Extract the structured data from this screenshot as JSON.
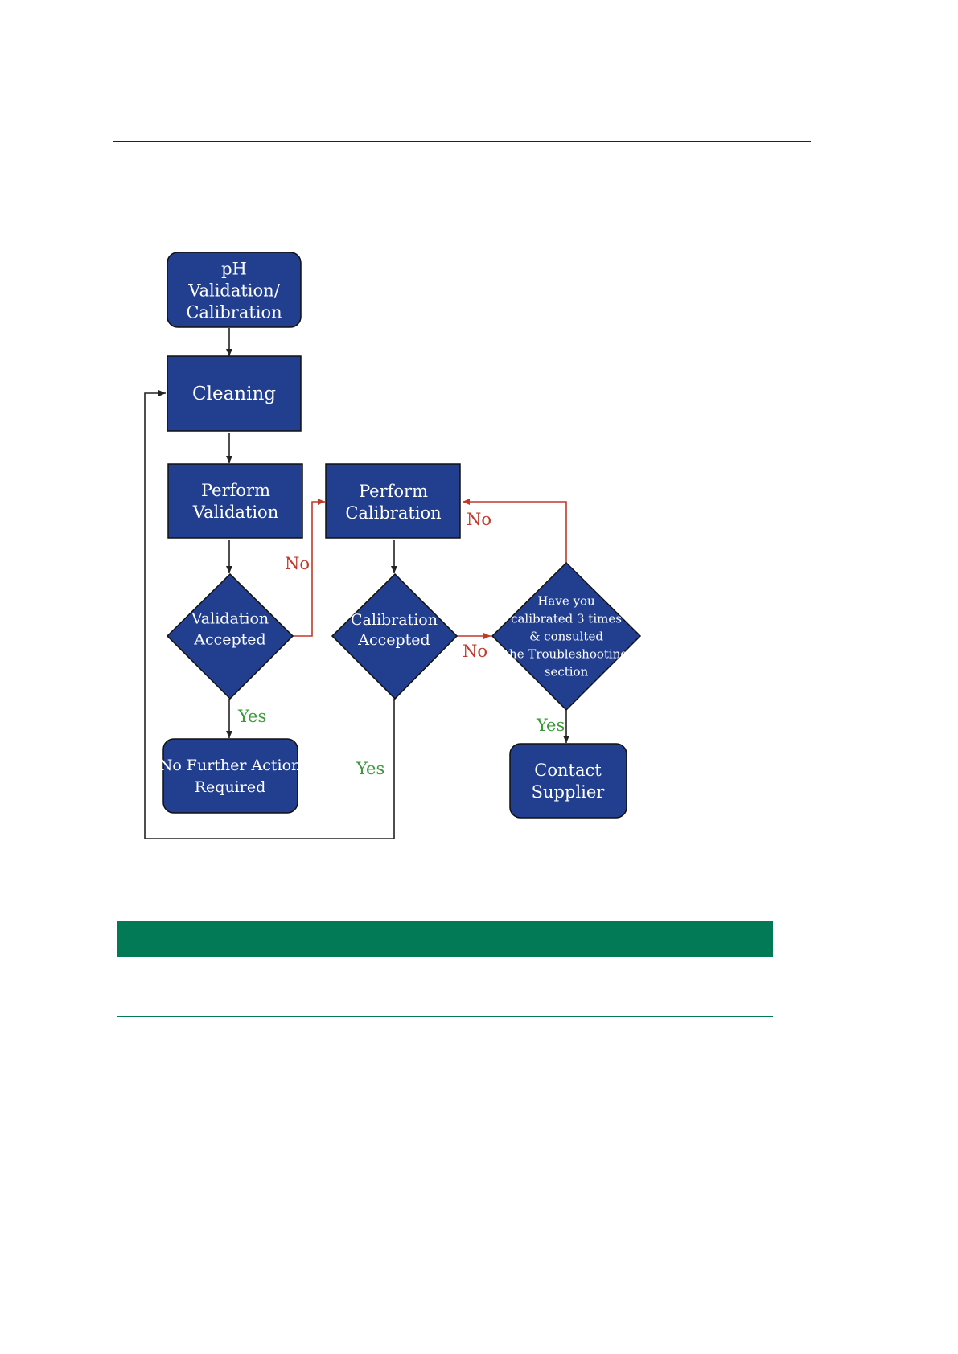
{
  "colors": {
    "node_fill": "#223f8f",
    "node_stroke": "#111111",
    "node_text": "#ffffff",
    "arrow_default": "#222222",
    "arrow_no": "#c0392b",
    "label_no": "#c0392b",
    "label_yes": "#3a9a3a",
    "band": "#017a55"
  },
  "flowchart": {
    "nodes": {
      "start": {
        "lines": [
          "pH",
          "Validation/",
          "Calibration"
        ]
      },
      "cleaning": {
        "lines": [
          "Cleaning"
        ]
      },
      "perform_validation": {
        "lines": [
          "Perform",
          "Validation"
        ]
      },
      "perform_calibration": {
        "lines": [
          "Perform",
          "Calibration"
        ]
      },
      "validation_accepted": {
        "lines": [
          "Validation",
          "Accepted"
        ]
      },
      "calibration_accepted": {
        "lines": [
          "Calibration",
          "Accepted"
        ]
      },
      "troubleshoot_check": {
        "lines": [
          "Have you",
          "calibrated 3 times",
          "& consulted",
          "the Troubleshooting",
          "section"
        ]
      },
      "no_further_action": {
        "lines": [
          "No Further Action",
          "Required"
        ]
      },
      "contact_supplier": {
        "lines": [
          "Contact",
          "Supplier"
        ]
      }
    },
    "edge_labels": {
      "validation_no": "No",
      "validation_yes": "Yes",
      "calibration_no": "No",
      "calibration_yes": "Yes",
      "troubleshoot_no": "No",
      "troubleshoot_yes": "Yes"
    }
  }
}
